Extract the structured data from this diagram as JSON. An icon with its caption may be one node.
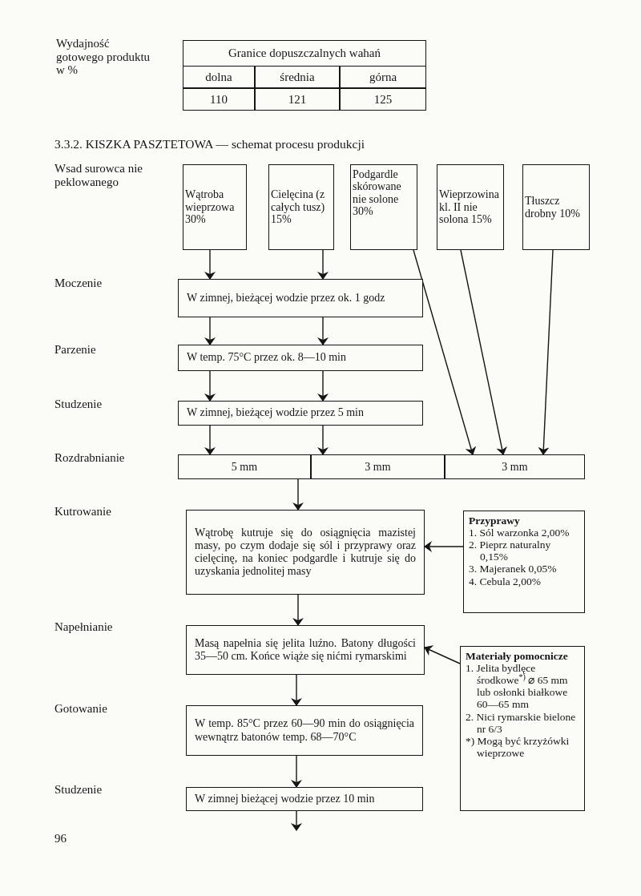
{
  "diagram": {
    "title": "3.3.2. KISZKA PASZTETOWA — schemat procesu produkcji",
    "nodes": [
      {
        "text": [
          "Wątroba wieprzowa 30%"
        ]
      },
      {
        "text": [
          "Cielęcina (z całych tusz) 15%"
        ]
      },
      {
        "text": [
          "Podgardle skórowane nie solone 30%"
        ]
      },
      {
        "text": [
          "Wieprzowina kl. II nie solona 15%"
        ]
      },
      {
        "text": [
          "Tłuszcz drobny 10%"
        ]
      },
      {
        "text": [
          "W zimnej, bieżącej wodzie przez ok. 1 godz"
        ]
      },
      {
        "text": [
          "W temp. 75°C przez ok. 8—10 min"
        ]
      },
      {
        "text": [
          "W zimnej, bieżącej wodzie przez 5 min"
        ]
      },
      {
        "text": [
          "5 mm"
        ]
      },
      {
        "text": [
          "3 mm"
        ]
      },
      {
        "text": [
          "3 mm"
        ]
      },
      {
        "text": [
          "Wątrobę kutruje się do osiągnięcia mazistej masy, po czym dodaje się sól i przyprawy oraz cielęcinę, na koniec podgardle i kutruje się do uzyskania jednolitej masy"
        ]
      },
      {
        "text": [
          "Przyprawy",
          "1. Sól warzonka 2,00%",
          "2. Pieprz naturalny 0,15%",
          "3. Majeranek 0,05%",
          "4. Cebula 2,00%"
        ]
      },
      {
        "text": [
          "Masą napełnia się jelita luźno. Batony długości 35—50 cm. Końce wiąże się nićmi rymarskimi"
        ]
      },
      {
        "text": [
          "Materiały pomocnicze",
          "1. Jelita bydlęce środkowe$^{*)}$ ⌀ 65 mm lub osłonki białkowe 60—65 mm",
          "2. Nici rymarskie bielone nr 6/3",
          "*) Mogą być krzyżówki wieprzowe"
        ]
      },
      {
        "text": [
          "W temp. 85°C przez 60—90 min do osiągnięcia wewnątrz batonów temp. 68—70°C"
        ]
      },
      {
        "text": [
          "W zimnej bieżącej wodzie przez 10 min"
        ]
      }
    ],
    "edges": [
      {
        "from": 0,
        "to": 5,
        "arrow": "to"
      },
      {
        "from": 1,
        "to": 5,
        "arrow": "to"
      },
      {
        "from": 5,
        "to": 6,
        "arrow": "to"
      },
      {
        "from": 5,
        "to": 6,
        "arrow": "to"
      },
      {
        "from": 6,
        "to": 7,
        "arrow": "to"
      },
      {
        "from": 6,
        "to": 7,
        "arrow": "to"
      },
      {
        "from": 7,
        "to": 8,
        "arrow": "to"
      },
      {
        "from": 7,
        "to": 9,
        "arrow": "to"
      },
      {
        "from": 2,
        "to": 10,
        "arrow": "to"
      },
      {
        "from": 3,
        "to": 10,
        "arrow": "to"
      },
      {
        "from": 4,
        "to": 10,
        "arrow": "to"
      },
      {
        "from": 8,
        "to": 11,
        "arrow": "to"
      },
      {
        "from": 12,
        "to": 11,
        "arrow": "to"
      },
      {
        "from": 11,
        "to": 13,
        "arrow": "to"
      },
      {
        "from": 14,
        "to": 13,
        "arrow": "to"
      },
      {
        "from": 13,
        "to": 15,
        "arrow": "to"
      },
      {
        "from": 15,
        "to": 16,
        "arrow": "to"
      },
      {
        "from": 16,
        "to": null,
        "arrow": "to"
      }
    ],
    "labels": [
      "Wydajność gotowego produktu w %",
      "Granice dopuszczalnych wahań",
      "dolna",
      "średnia",
      "górna",
      "110",
      "121",
      "125",
      "Wsad surowca nie peklowanego",
      "Moczenie",
      "Parzenie",
      "Studzenie",
      "Rozdrabnianie",
      "Kutrowanie",
      "Napełnianie",
      "Gotowanie",
      "Studzenie",
      "96"
    ]
  }
}
